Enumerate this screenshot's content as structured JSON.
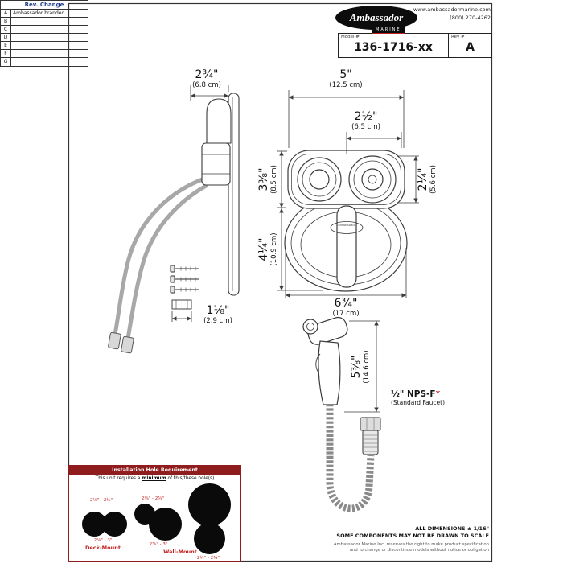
{
  "rev_table": {
    "title": "Rev. Change",
    "rows": [
      {
        "letter": "A",
        "change": "Ambassador branded"
      },
      {
        "letter": "B",
        "change": ""
      },
      {
        "letter": "C",
        "change": ""
      },
      {
        "letter": "D",
        "change": ""
      },
      {
        "letter": "E",
        "change": ""
      },
      {
        "letter": "F",
        "change": ""
      },
      {
        "letter": "G",
        "change": ""
      }
    ]
  },
  "header": {
    "website": "www.ambassadormarine.com",
    "phone": "(800) 270-4262",
    "logo": {
      "name": "Ambassador",
      "sub": "MARINE"
    },
    "model_label": "Model #",
    "model_value": "136-1716-xx",
    "rev_label": "Rev #",
    "rev_value": "A"
  },
  "dims": {
    "side_depth": {
      "in": "2¾\"",
      "cm": "(6.8 cm)"
    },
    "overall_top": {
      "in": "5\"",
      "cm": "(12.5 cm)"
    },
    "cup_spacing": {
      "in": "2½\"",
      "cm": "(6.5 cm)"
    },
    "head_height": {
      "in": "3⅜\"",
      "cm": "(8.5 cm)"
    },
    "cup_height": {
      "in": "2¼\"",
      "cm": "(5.6 cm)"
    },
    "bowl_height": {
      "in": "4¼\"",
      "cm": "(10.9 cm)"
    },
    "overall_width": {
      "in": "6¾\"",
      "cm": "(17 cm)"
    },
    "flange_depth": {
      "in": "1⅛\"",
      "cm": "(2.9 cm)"
    },
    "sprayer_height": {
      "in": "5⅜\"",
      "cm": "(14.6 cm)"
    },
    "thread": {
      "label": "½\" NPS-F",
      "asterisk": "*",
      "note": "(Standard Faucet)"
    }
  },
  "drawing": {
    "badge": "Ambassador"
  },
  "install": {
    "title": "Installation Hole Requirement",
    "subtitle_pre": "This unit requires a ",
    "subtitle_em": "minimum",
    "subtitle_post": " of this/these hole(s)",
    "small_hole_left": "2⅛\" - 2¼\"",
    "small_hole_mid": "2⅜\" - 2¾\"",
    "deck_size": "2⅞\" - 3\"",
    "deck_label": "Deck-Mount",
    "wall_size": "2⅞\" - 3\"",
    "wall_label": "Wall-Mount",
    "wall_size2": "2½\" - 2¾\""
  },
  "footer": {
    "tolerance": "ALL DIMENSIONS ± 1/16\"",
    "scale_note": "SOME COMPONENTS MAY NOT BE DRAWN TO SCALE",
    "legal1": "Ambassador Marine Inc. reserves the right to make product specification",
    "legal2": "and to change or discontinue models without notice or obligation"
  }
}
